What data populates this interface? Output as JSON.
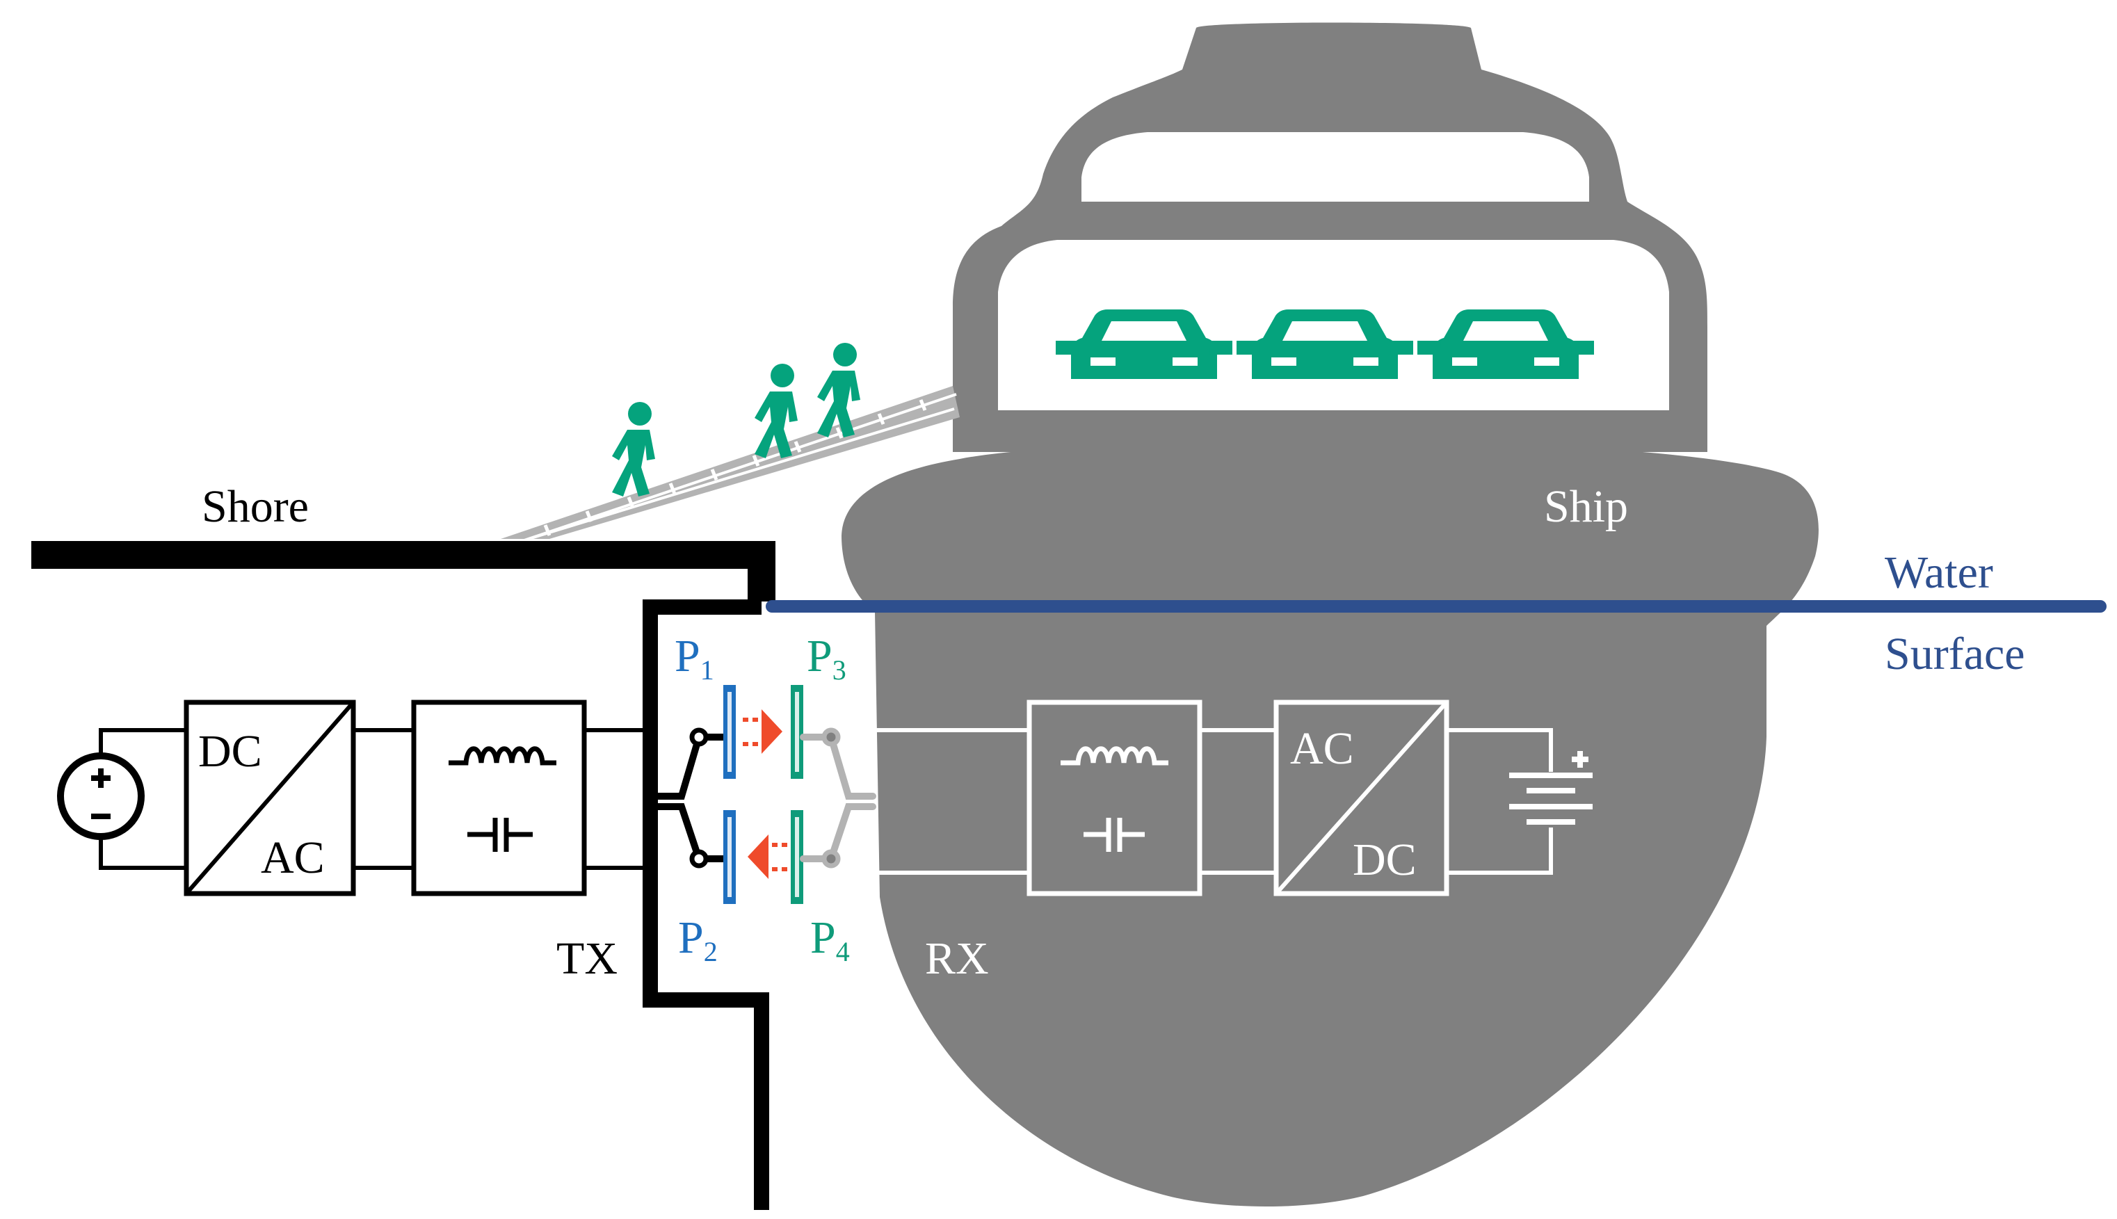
{
  "labels": {
    "shore": "Shore",
    "ship": "Ship",
    "water_line1": "Water",
    "water_line2": "Surface",
    "tx": "TX",
    "rx": "RX",
    "p1": {
      "letter": "P",
      "sub": "1"
    },
    "p2": {
      "letter": "P",
      "sub": "2"
    },
    "p3": {
      "letter": "P",
      "sub": "3"
    },
    "p4": {
      "letter": "P",
      "sub": "4"
    },
    "tx_converter_top": "DC",
    "tx_converter_bottom": "AC",
    "rx_converter_top": "AC",
    "rx_converter_bottom": "DC"
  },
  "colors": {
    "ship": "#808080",
    "shore": "#000000",
    "water": "#2e4f8e",
    "tx_plate": "#1f6fbf",
    "rx_plate": "#0f9b7a",
    "field_arrows": "#ef4b2b",
    "people_cars": "#05a37d",
    "gangway": "#b3b3b3"
  },
  "icons": {
    "source": "dc-voltage-source-icon",
    "battery": "battery-icon",
    "inductor": "inductor-icon",
    "capacitor": "capacitor-icon",
    "car": "car-icon",
    "person": "walking-person-icon"
  }
}
